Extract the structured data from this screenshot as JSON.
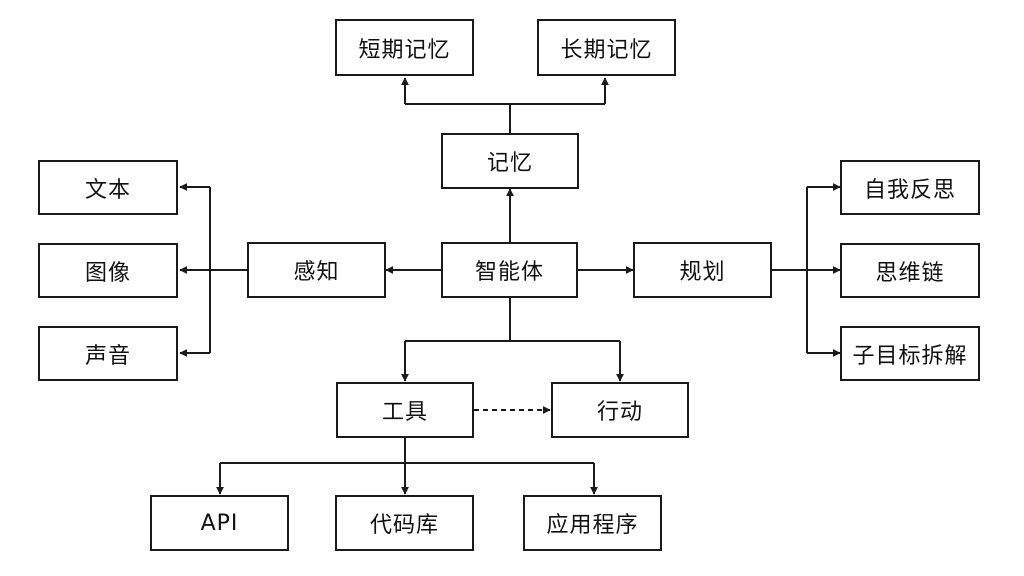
{
  "diagram": {
    "nodes": {
      "short_term_memory": "短期记忆",
      "long_term_memory": "长期记忆",
      "memory": "记忆",
      "text": "文本",
      "image": "图像",
      "sound": "声音",
      "perception": "感知",
      "agent": "智能体",
      "planning": "规划",
      "self_reflection": "自我反思",
      "chain_of_thought": "思维链",
      "subgoal_decomposition": "子目标拆解",
      "tools": "工具",
      "action": "行动",
      "api": "API",
      "code_library": "代码库",
      "application": "应用程序"
    }
  }
}
